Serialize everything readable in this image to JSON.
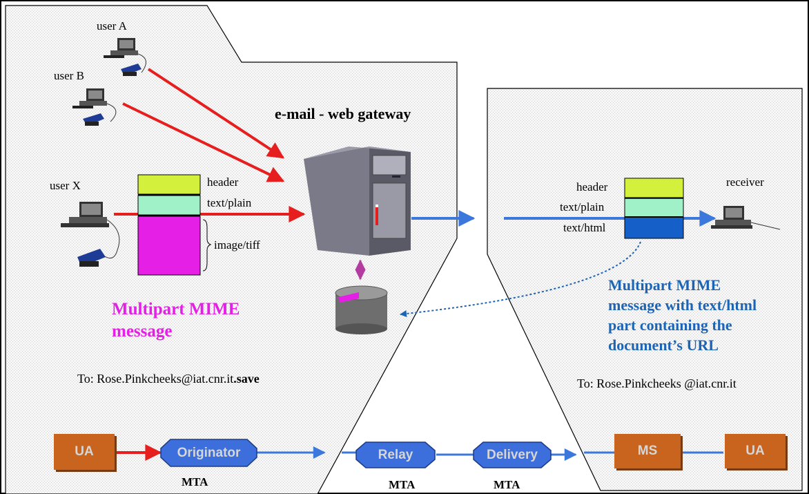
{
  "gateway_title": "e-mail - web gateway",
  "users": {
    "a": "user A",
    "b": "user B",
    "x": "user X",
    "receiver": "receiver"
  },
  "left_message": {
    "parts": [
      "header",
      "text/plain",
      "image/tiff"
    ],
    "caption_line1": "Multipart MIME",
    "caption_line2": "message",
    "to_prefix": "To: Rose.Pinkcheeks@iat.cnr.it",
    "to_suffix": ".save"
  },
  "right_message": {
    "parts": [
      "header",
      "text/plain",
      "text/html"
    ],
    "caption_lines": [
      "Multipart MIME",
      "message with text/html",
      "part containing the",
      "document’s URL"
    ],
    "to": "To: Rose.Pinkcheeks @iat.cnr.it"
  },
  "pipeline": {
    "ua_left": "UA",
    "originator": "Originator",
    "relay": "Relay",
    "delivery": "Delivery",
    "ms": "MS",
    "ua_right": "UA",
    "mta1": "MTA",
    "mta2": "MTA",
    "mta3": "MTA"
  },
  "colors": {
    "arrow_red": "#e61e1e",
    "arrow_blue": "#3c78dc",
    "magenta": "#e61fe6",
    "header_green": "#d2f03c",
    "text_plain_mint": "#a0f0c8",
    "text_html_blue": "#145fc8",
    "ua_brown": "#c8641e",
    "mta_blue": "#3c6edc",
    "caption_blue": "#1e64b4"
  }
}
